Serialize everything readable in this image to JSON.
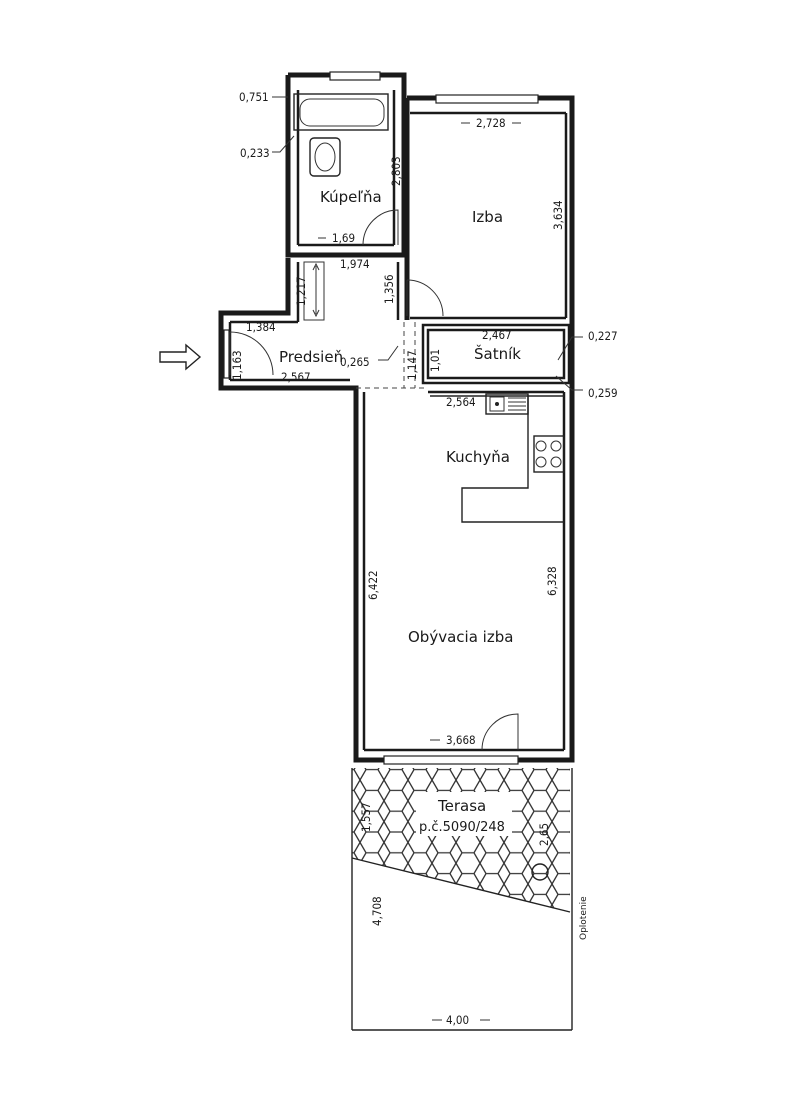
{
  "rooms": {
    "bathroom": "Kúpeľňa",
    "bedroom": "Izba",
    "hall": "Predsieň",
    "wardrobe": "Šatník",
    "kitchen": "Kuchyňa",
    "living": "Obývacia izba",
    "terrace": "Terasa",
    "terrace_parcel": "p.č.5090/248",
    "fence": "Oplotenie"
  },
  "dims": {
    "d0751": "0,751",
    "d0233": "0,233",
    "d2803": "2,803",
    "d169": "1,69",
    "d2728": "2,728",
    "d3634": "3,634",
    "d1974": "1,974",
    "d1217": "1,217",
    "d1356": "1,356",
    "d1384": "1,384",
    "d1163": "1,163",
    "d2567": "2,567",
    "d0265": "0,265",
    "d1147": "1,147",
    "d2467": "2,467",
    "d101": "1,01",
    "d0227": "0,227",
    "d0259": "0,259",
    "d2564": "2,564",
    "d6422": "6,422",
    "d6328": "6,328",
    "d3668": "3,668",
    "d1557": "1,557",
    "d265": "2,65",
    "d4708": "4,708",
    "d400": "4,00"
  }
}
